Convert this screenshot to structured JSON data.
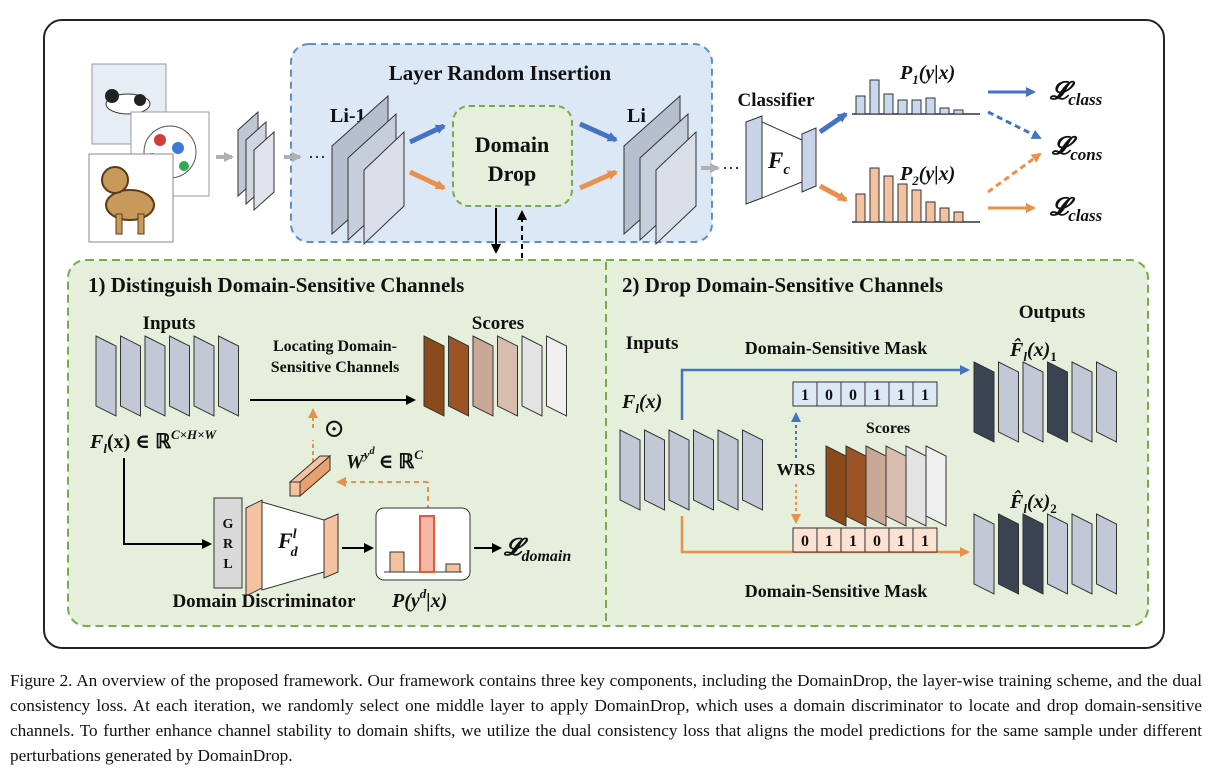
{
  "top": {
    "title": "Layer Random Insertion",
    "layer_prev": "Li-1",
    "layer_cur": "Li",
    "dd_line1": "Domain",
    "dd_line2": "Drop",
    "classifier": "Classifier",
    "fc": "F",
    "fc_sub": "c",
    "p1": "P",
    "p1_sub": "1",
    "p1_rest": "(y|x)",
    "p2": "P",
    "p2_sub": "2",
    "p2_rest": "(y|x)",
    "loss_class": "𝓛",
    "loss_class_sub": "class",
    "loss_cons_sub": "cons",
    "ellipsis": "···"
  },
  "left": {
    "title": "1) Distinguish Domain-Sensitive Channels",
    "inputs": "Inputs",
    "scores": "Scores",
    "locating1": "Locating Domain-",
    "locating2": "Sensitive Channels",
    "fl": "F",
    "fl_sub": "l",
    "fl_rest": "(x) ∈ ℝ",
    "fl_sup": "C×H×W",
    "odot": "⊙",
    "w": "W",
    "w_sup": "y",
    "w_supsup": "d",
    "w_rest": "∈ ℝ",
    "w_rest_sup": "C",
    "grl": [
      "G",
      "R",
      "L"
    ],
    "fd": "F",
    "fd_sup": "l",
    "fd_sub": "d",
    "domain_disc": "Domain Discriminator",
    "prob": "P(y",
    "prob_sup": "d",
    "prob_rest": "|x)",
    "loss_domain_sub": "domain"
  },
  "right": {
    "title": "2) Drop Domain-Sensitive Channels",
    "outputs": "Outputs",
    "inputs": "Inputs",
    "mask_top": "Domain-Sensitive Mask",
    "mask_bottom": "Domain-Sensitive Mask",
    "fl": "F",
    "fl_sub": "l",
    "fl_rest": "(x)",
    "mask1": [
      "1",
      "0",
      "0",
      "1",
      "1",
      "1"
    ],
    "mask2": [
      "0",
      "1",
      "1",
      "0",
      "1",
      "1"
    ],
    "scores": "Scores",
    "wrs": "WRS",
    "out1": "F̂",
    "out1_sub": "l",
    "out1_rest": "(x)",
    "out1_idx": "1",
    "out2_idx": "2"
  },
  "caption": "Figure 2.  An overview of the proposed framework. Our framework contains three key components, including the DomainDrop, the layer-wise training scheme, and the dual consistency loss. At each iteration, we randomly select one middle layer to apply DomainDrop, which uses a domain discriminator to locate and drop domain-sensitive channels. To further enhance channel stability to domain shifts, we utilize the dual consistency loss that aligns the model predictions for the same sample under different perturbations generated by DomainDrop.",
  "colors": {
    "blue_region": "#dce8f5",
    "blue_dash": "#5b8fd0",
    "green_region": "#e6efdc",
    "green_dash": "#74ad49",
    "blue_arrow": "#4472c4",
    "orange_arrow": "#e8914d",
    "orange_fill": "#f5c2a0",
    "blue_bar": "#c9d8ef"
  }
}
